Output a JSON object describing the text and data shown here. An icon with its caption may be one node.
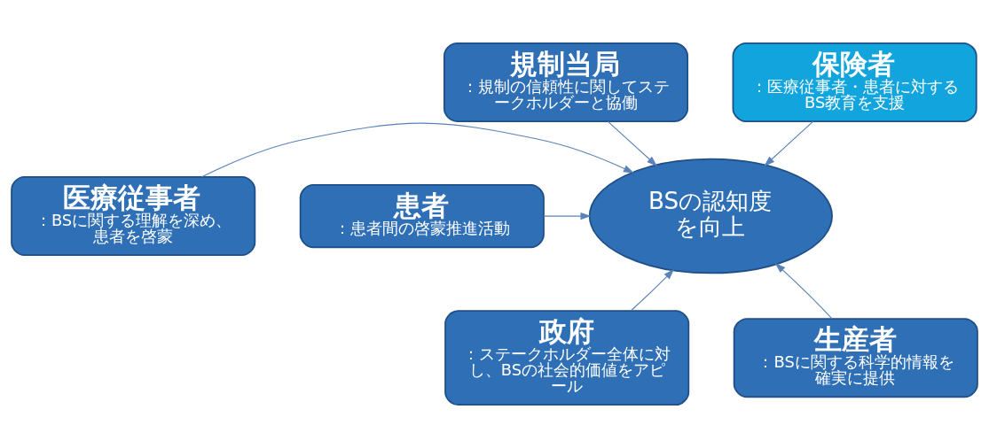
{
  "diagram": {
    "nodes": [
      {
        "text": [
          "規制当局",
          "：規制の信頼性に関してステークホルダーと協働"
        ]
      },
      {
        "text": [
          "保険者",
          "：医療従事者・患者に対するBS教育を支援"
        ]
      },
      {
        "text": [
          "医療従事者",
          "：BSに関する理解を深め、患者を啓蒙"
        ]
      },
      {
        "text": [
          "BSの認知度を向上"
        ]
      },
      {
        "text": [
          "患者",
          "：患者間の啓蒙推進活動"
        ]
      },
      {
        "text": [
          "政府",
          "：ステークホルダー全体に対し、BSの社会的価値をアピール"
        ]
      },
      {
        "text": [
          "生産者",
          "：BSに関する科学的情報を確実に提供"
        ]
      }
    ],
    "edges": [
      {
        "from": 0,
        "to": 3,
        "arrow": "to"
      },
      {
        "from": 1,
        "to": 3,
        "arrow": "to"
      },
      {
        "from": 2,
        "to": 3,
        "arrow": "to"
      },
      {
        "from": 4,
        "to": 3,
        "arrow": "to"
      },
      {
        "from": 5,
        "to": 3,
        "arrow": "to"
      },
      {
        "from": 6,
        "to": 3,
        "arrow": "to"
      }
    ]
  }
}
